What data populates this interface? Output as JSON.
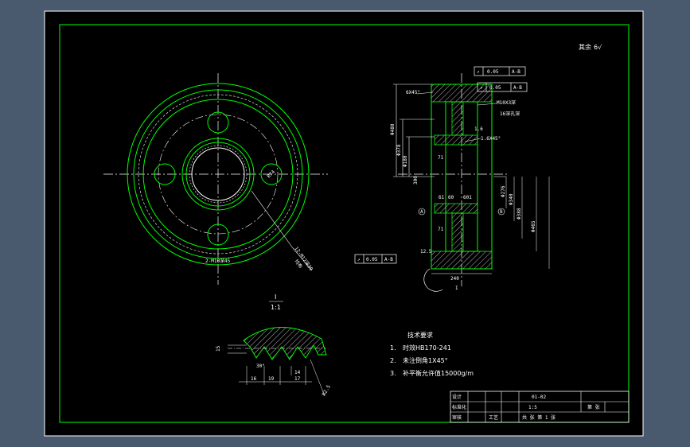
{
  "colors": {
    "background": "#4a5a6e",
    "sheet": "#000000",
    "outline": "#00ff00",
    "line": "#ffffff",
    "center_line": "#ffffff",
    "hatch": "#ffffff"
  },
  "drawing": {
    "roughness_note": "其余",
    "roughness_value": "6√",
    "front_view": {
      "hole_callout": "2-M10深45",
      "thread_callout": "12-M12深30",
      "thread_callout_extra": "均布",
      "radius_label": "R74"
    },
    "section_view": {
      "tolerance_frames": [
        {
          "symbol": "↗",
          "value": "0.05",
          "datum": "A-B"
        },
        {
          "symbol": "↗",
          "value": "0.05",
          "datum": "A-B"
        },
        {
          "symbol": "↗",
          "value": "0.05",
          "datum": "A-B"
        }
      ],
      "chamfer_top": "6X45°",
      "chamfer_mid": "1.6X45°",
      "thread_note_1": "M10X3深",
      "thread_note_2": "16深孔深",
      "dim_phi_outer": "Φ480",
      "dim_phi_2": "Φ378",
      "dim_phi_3": "Φ180",
      "dim_300": "300",
      "dim_71_top": "71",
      "dim_61": "61",
      "dim_60": "60",
      "dim_601": "601",
      "dim_71_bot": "71",
      "dim_240": "240",
      "dim_h1": "Φ276",
      "dim_h2": "Φ340",
      "dim_h3": "Φ388",
      "dim_h4": "Φ465",
      "roughness_mid": "1.6",
      "roughness_bot": "12.5",
      "datum_a": "A",
      "datum_b": "B",
      "section_mark": "I"
    },
    "detail_view": {
      "label": "I",
      "scale": "1:1",
      "dim_15": "15",
      "dim_30": "30°",
      "dim_16": "16",
      "dim_19": "19",
      "dim_14": "14",
      "dim_17": "17",
      "dim_r": "R2.5"
    },
    "notes": {
      "title": "技术要求",
      "items": [
        {
          "num": "1.",
          "text": "时效HB170-241"
        },
        {
          "num": "2.",
          "text": "未注倒角1X45°"
        },
        {
          "num": "3.",
          "text": "补平衡允许值15000g/m"
        }
      ]
    },
    "title_block": {
      "r1c1": "设计",
      "r2c1": "标准化",
      "r3c1": "审核",
      "r3c2": "工艺",
      "part_no": "01-02",
      "scale": "1:5",
      "sheet": "第 张",
      "bottom": "共 张 第 1 张"
    }
  }
}
